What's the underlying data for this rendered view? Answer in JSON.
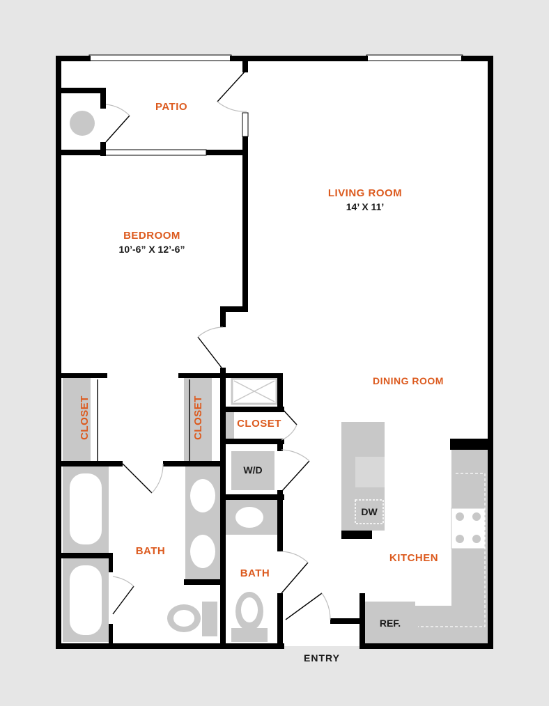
{
  "rooms": {
    "patio": "PATIO",
    "living_room": "LIVING ROOM",
    "living_room_dim": "14’ X 11’",
    "bedroom": "BEDROOM",
    "bedroom_dim": "10’-6” X 12’-6”",
    "dining_room": "DINING ROOM",
    "closet_left": "CLOSET",
    "closet_mid": "CLOSET",
    "closet_hall": "CLOSET",
    "bath_main": "BATH",
    "bath_half": "BATH",
    "kitchen": "KITCHEN"
  },
  "fixtures": {
    "washer_dryer": "W/D",
    "dishwasher": "DW",
    "refrigerator": "REF."
  },
  "entry": "ENTRY",
  "colors": {
    "background": "#e6e6e6",
    "floor": "#ffffff",
    "wall": "#000000",
    "fixture": "#c8c8c8",
    "label": "#dc5a1e"
  }
}
